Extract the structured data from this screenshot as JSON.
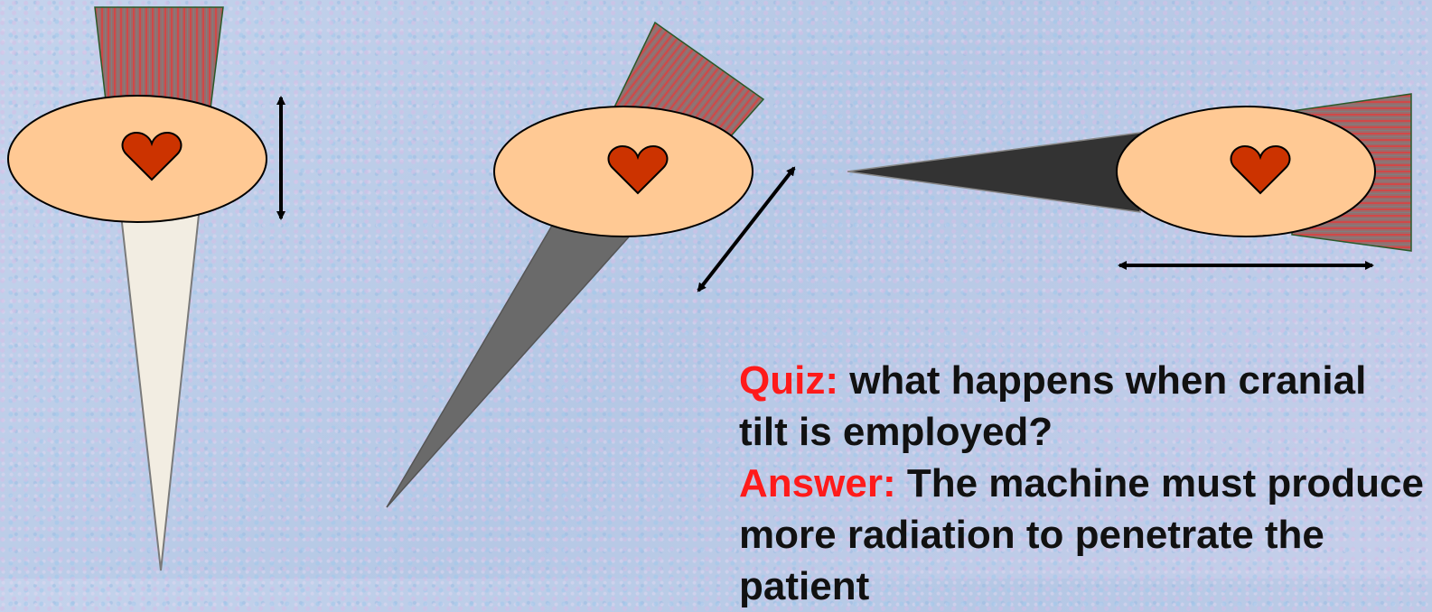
{
  "quiz": {
    "quiz_label": "Quiz:",
    "quiz_text": " what happens when cranial tilt is employed?",
    "answer_label": "Answer:",
    "answer_text": " The machine must produce more radiation to penetrate the patient"
  },
  "panels": [
    {
      "position": "vertical",
      "body_icon": "heart-icon",
      "arrow": "double-arrow-vertical"
    },
    {
      "position": "oblique",
      "body_icon": "heart-icon",
      "arrow": "double-arrow-diagonal"
    },
    {
      "position": "horizontal",
      "body_icon": "heart-icon",
      "arrow": "double-arrow-horizontal"
    }
  ],
  "colors": {
    "body": "#ffc994",
    "heart": "#cc3300",
    "beam_stripe": "#c94a4a",
    "beam_base": "#9a6b6b",
    "quiz_label": "#ff1a1a"
  }
}
